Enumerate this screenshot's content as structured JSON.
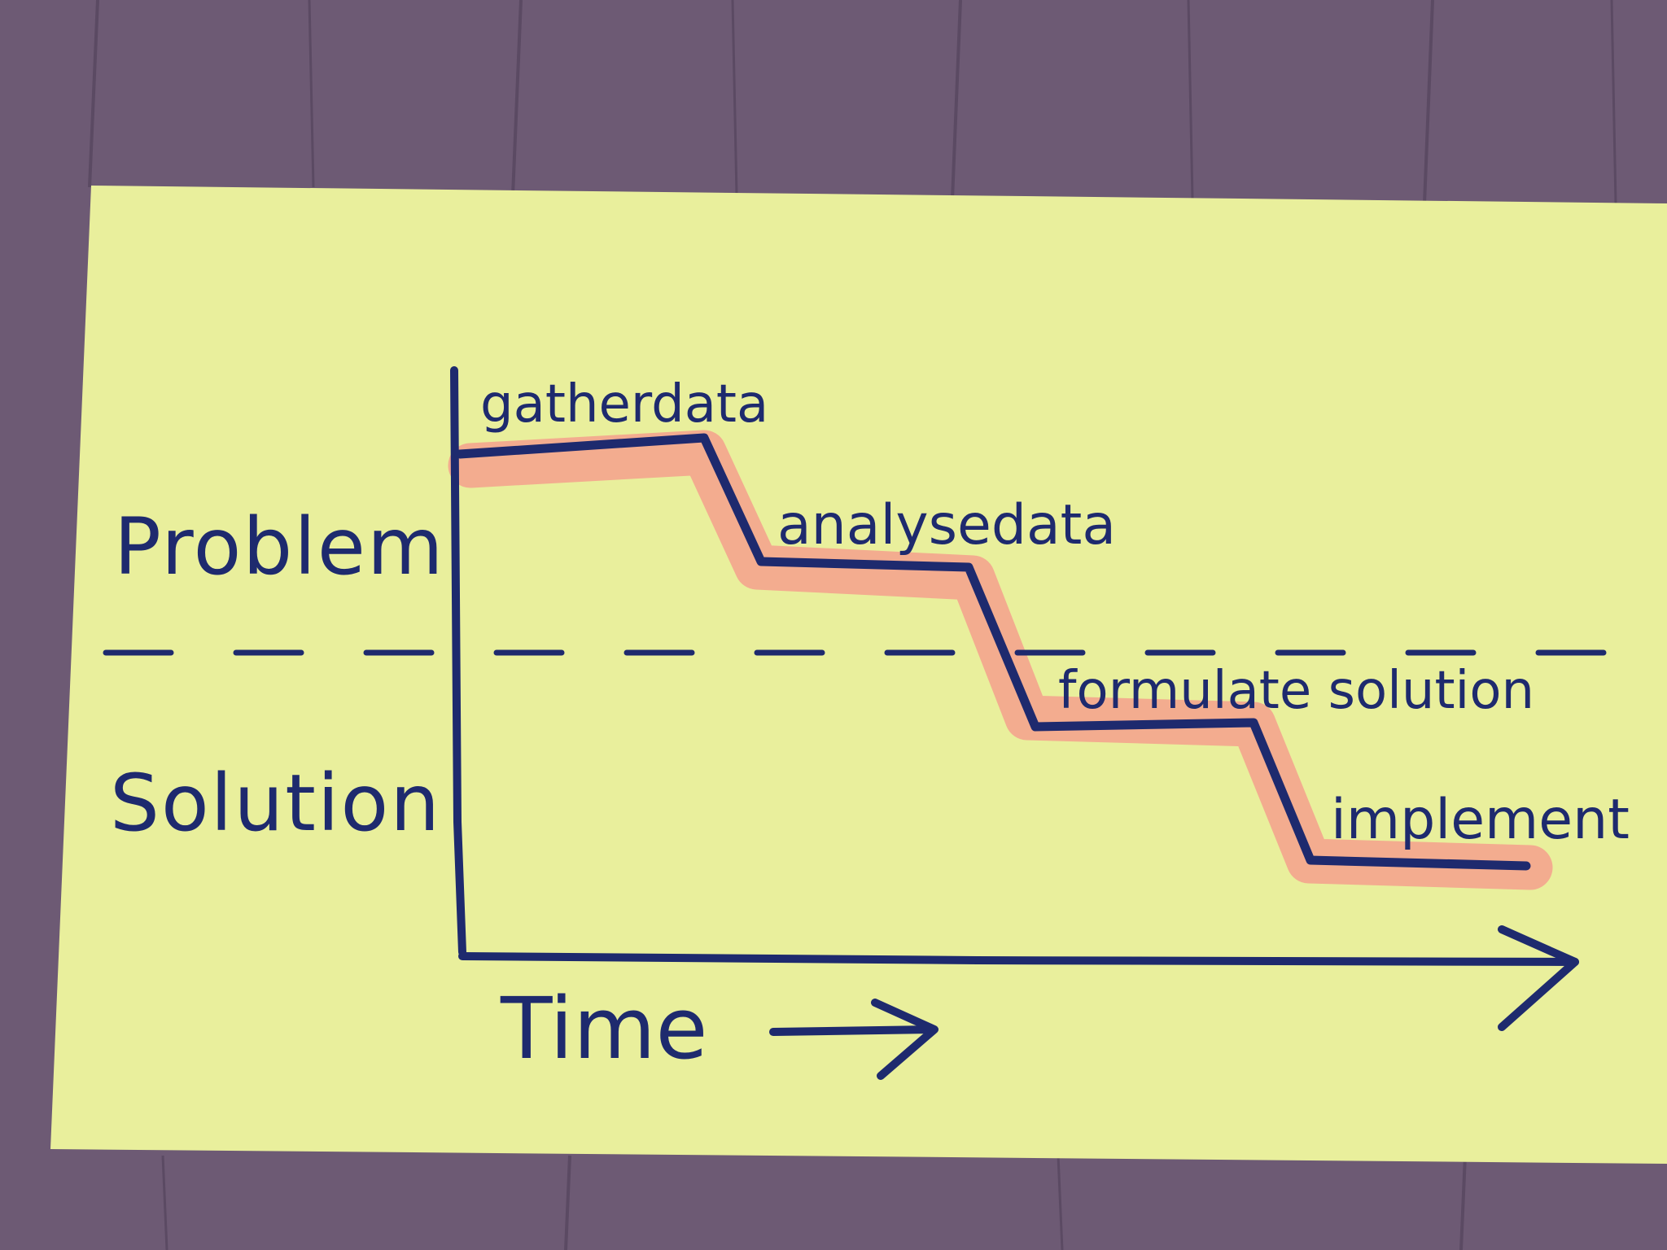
{
  "colors": {
    "table": "#6b5872",
    "table_grain": "#5e4d66",
    "card": "#e9ef9c",
    "ink": "#1e2a6e",
    "highlight": "#f3a88e"
  },
  "labels": {
    "problem": "Problem",
    "solution": "Solution",
    "time": "Time"
  },
  "steps": [
    {
      "label": "gatherdata"
    },
    {
      "label": "analysedata"
    },
    {
      "label": "formulate solution"
    },
    {
      "label": "implement"
    }
  ]
}
